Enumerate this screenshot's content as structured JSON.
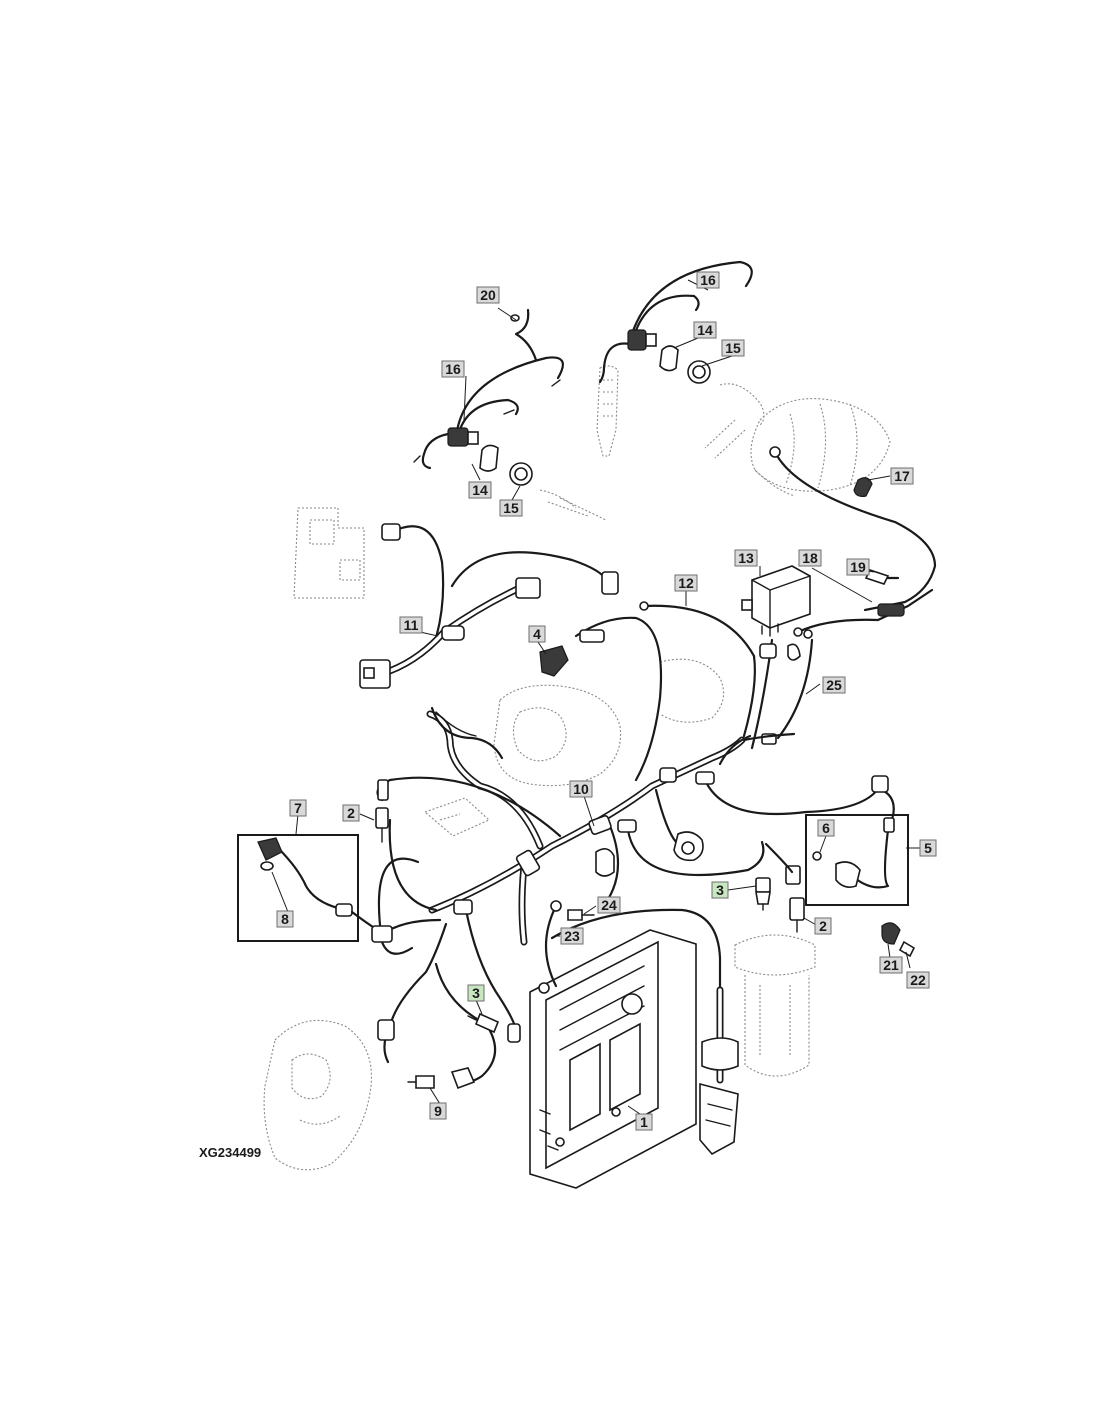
{
  "figure_id": "XG234499",
  "colors": {
    "label_fill": "#d9d9d9",
    "label_highlight_fill": "#c8e6c0",
    "line": "#1a1a1a",
    "ghost": "#8a8a8a"
  },
  "callouts": [
    {
      "id": "c20a",
      "text": "20",
      "highlight": false
    },
    {
      "id": "c16a",
      "text": "16",
      "highlight": false
    },
    {
      "id": "c14a",
      "text": "14",
      "highlight": false
    },
    {
      "id": "c15a",
      "text": "15",
      "highlight": false
    },
    {
      "id": "c16b",
      "text": "16",
      "highlight": false
    },
    {
      "id": "c14b",
      "text": "14",
      "highlight": false
    },
    {
      "id": "c15b",
      "text": "15",
      "highlight": false
    },
    {
      "id": "c17",
      "text": "17",
      "highlight": false
    },
    {
      "id": "c13",
      "text": "13",
      "highlight": false
    },
    {
      "id": "c18",
      "text": "18",
      "highlight": false
    },
    {
      "id": "c19",
      "text": "19",
      "highlight": false
    },
    {
      "id": "c12",
      "text": "12",
      "highlight": false
    },
    {
      "id": "c11",
      "text": "11",
      "highlight": false
    },
    {
      "id": "c4",
      "text": "4",
      "highlight": false
    },
    {
      "id": "c25",
      "text": "25",
      "highlight": false
    },
    {
      "id": "c10",
      "text": "10",
      "highlight": false
    },
    {
      "id": "c7",
      "text": "7",
      "highlight": false
    },
    {
      "id": "c2a",
      "text": "2",
      "highlight": false
    },
    {
      "id": "c6",
      "text": "6",
      "highlight": false
    },
    {
      "id": "c5",
      "text": "5",
      "highlight": false
    },
    {
      "id": "c3a",
      "text": "3",
      "highlight": true
    },
    {
      "id": "c8",
      "text": "8",
      "highlight": false
    },
    {
      "id": "c24",
      "text": "24",
      "highlight": false
    },
    {
      "id": "c2b",
      "text": "2",
      "highlight": false
    },
    {
      "id": "c23",
      "text": "23",
      "highlight": false
    },
    {
      "id": "c21",
      "text": "21",
      "highlight": false
    },
    {
      "id": "c22",
      "text": "22",
      "highlight": false
    },
    {
      "id": "c3b",
      "text": "3",
      "highlight": true
    },
    {
      "id": "c9",
      "text": "9",
      "highlight": false
    },
    {
      "id": "c1",
      "text": "1",
      "highlight": false
    }
  ]
}
